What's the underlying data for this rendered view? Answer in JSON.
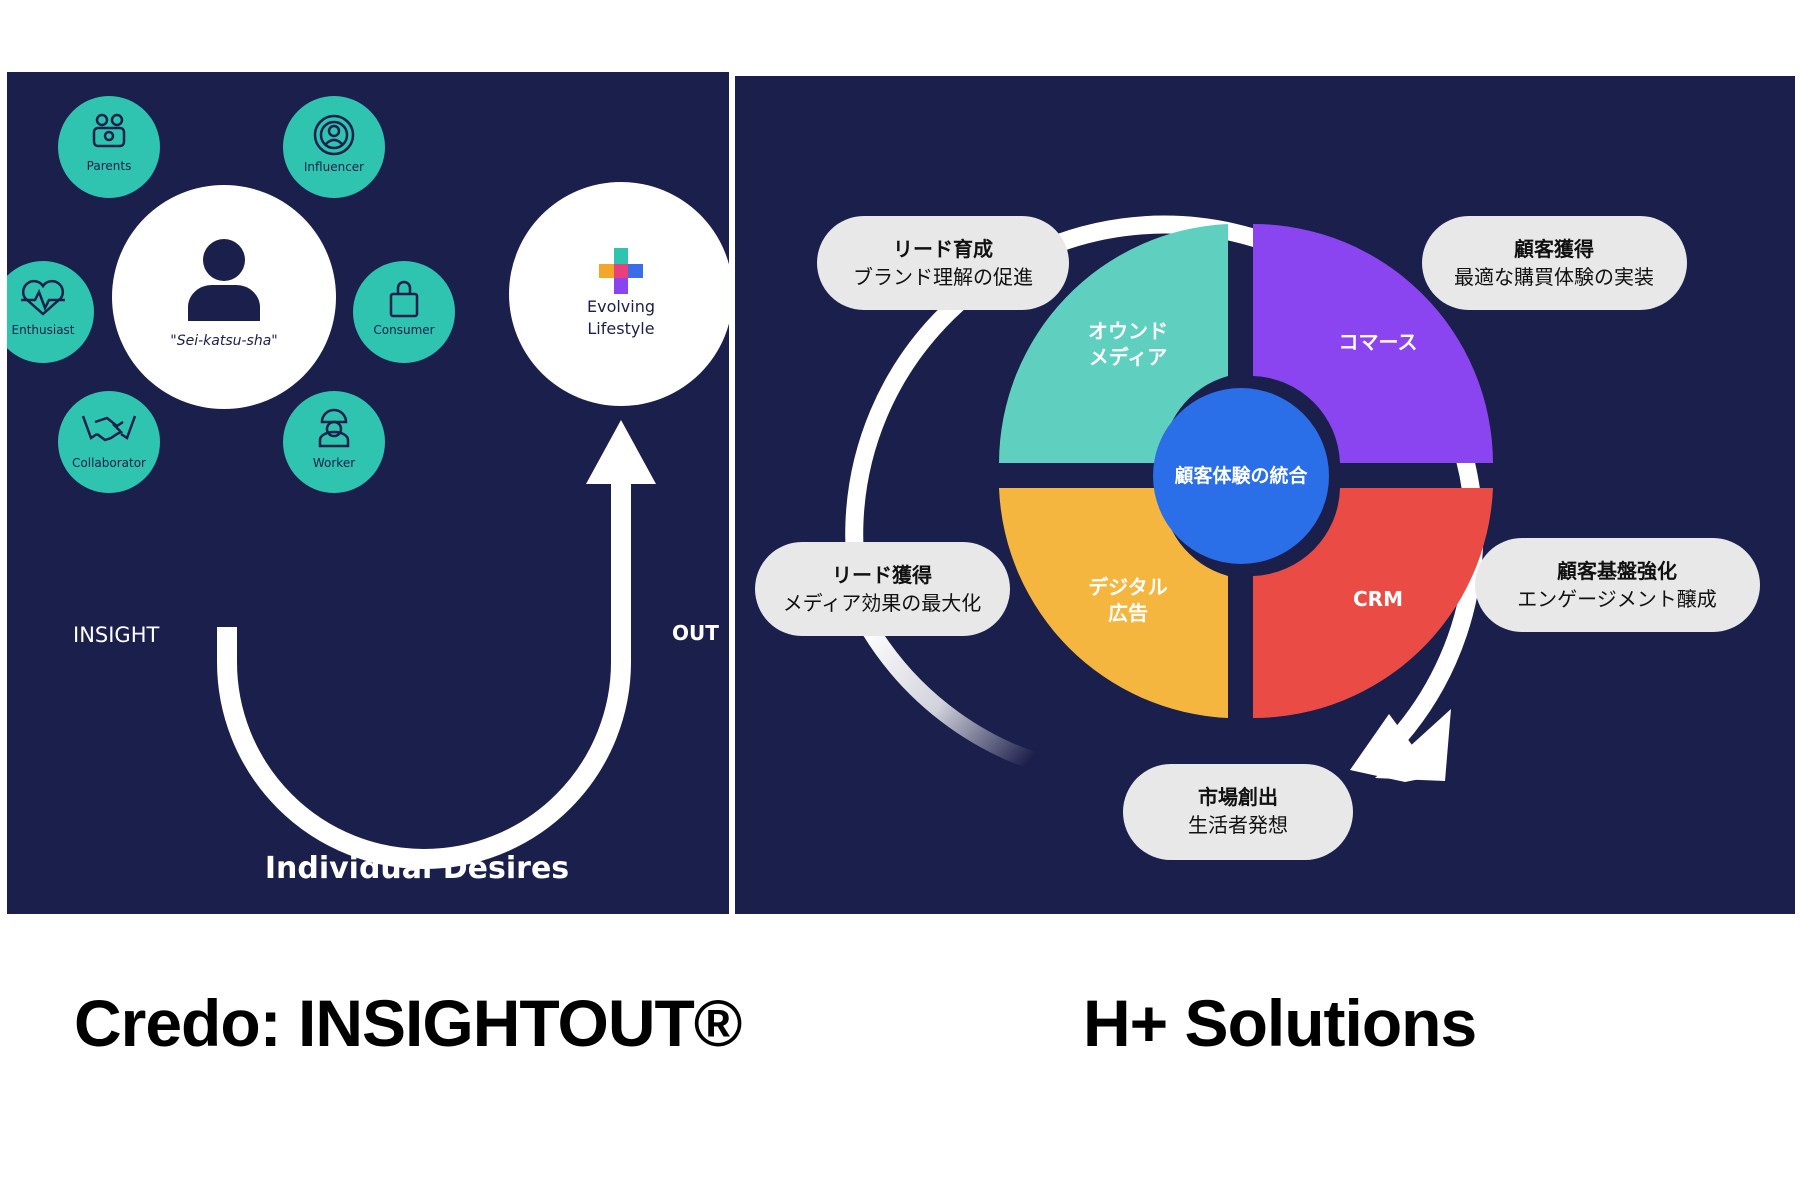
{
  "left": {
    "center_label": "\"Sei-katsu-sha\"",
    "personas": [
      {
        "label": "Parents",
        "icon": "parents-icon"
      },
      {
        "label": "Influencer",
        "icon": "influencer-icon"
      },
      {
        "label": "Enthusiast",
        "icon": "heart-pulse-icon"
      },
      {
        "label": "Consumer",
        "icon": "shopping-bag-icon"
      },
      {
        "label": "Collaborator",
        "icon": "handshake-icon"
      },
      {
        "label": "Worker",
        "icon": "worker-icon"
      }
    ],
    "lifestyle_line1": "Evolving",
    "lifestyle_line2": "Lifestyle",
    "insight_label": "INSIGHT",
    "out_label": "OUT",
    "bottom_label": "Individual Desires"
  },
  "right": {
    "quadrants": {
      "owned_line1": "オウンド",
      "owned_line2": "メディア",
      "commerce": "コマース",
      "digital_line1": "デジタル",
      "digital_line2": "広告",
      "crm": "CRM"
    },
    "center": "顧客体験の統合",
    "pills": {
      "lead_nurture_title": "リード育成",
      "lead_nurture_sub": "ブランド理解の促進",
      "acquisition_title": "顧客獲得",
      "acquisition_sub": "最適な購買体験の実装",
      "lead_get_title": "リード獲得",
      "lead_get_sub": "メディア効果の最大化",
      "base_title": "顧客基盤強化",
      "base_sub": "エンゲージメント醸成",
      "market_title": "市場創出",
      "market_sub": "生活者発想"
    },
    "colors": {
      "owned": "#5fcfbf",
      "commerce": "#8b45f0",
      "digital": "#f4b63f",
      "crm": "#ea4c45",
      "center": "#2a6ee8"
    }
  },
  "captions": {
    "left": "Credo: INSIGHTOUT®",
    "right": "H+ Solutions"
  }
}
